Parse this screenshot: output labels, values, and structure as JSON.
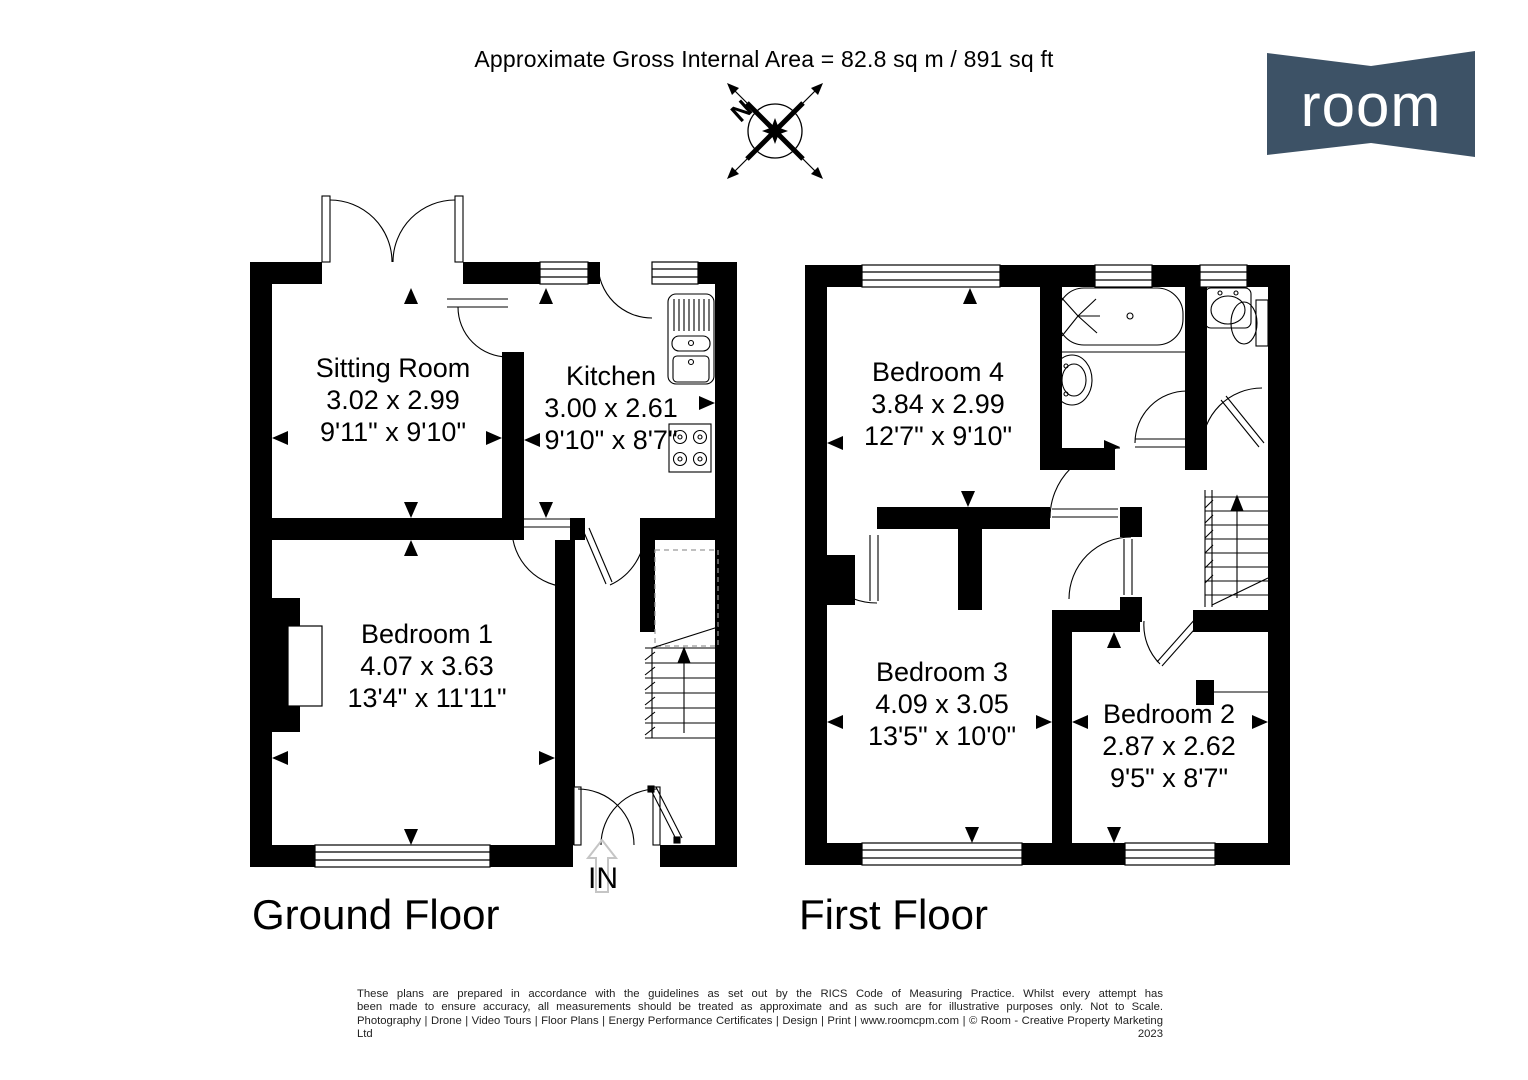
{
  "header": {
    "title": "Approximate Gross Internal Area = 82.8 sq m / 891 sq ft"
  },
  "logo": {
    "text": "room",
    "color": "#3d5266"
  },
  "compass": {
    "north_label": "N"
  },
  "floors": {
    "ground": {
      "label": "Ground Floor",
      "entrance_label": "IN",
      "rooms": {
        "sitting_room": {
          "name": "Sitting Room",
          "metric": "3.02 x 2.99",
          "imperial": "9'11\" x 9'10\""
        },
        "kitchen": {
          "name": "Kitchen",
          "metric": "3.00 x 2.61",
          "imperial": "9'10\" x 8'7\""
        },
        "bedroom1": {
          "name": "Bedroom 1",
          "metric": "4.07 x 3.63",
          "imperial": "13'4\" x 11'11\""
        }
      }
    },
    "first": {
      "label": "First Floor",
      "rooms": {
        "bedroom4": {
          "name": "Bedroom 4",
          "metric": "3.84 x 2.99",
          "imperial": "12'7\" x 9'10\""
        },
        "bedroom3": {
          "name": "Bedroom 3",
          "metric": "4.09 x 3.05",
          "imperial": "13'5\" x 10'0\""
        },
        "bedroom2": {
          "name": "Bedroom 2",
          "metric": "2.87 x 2.62",
          "imperial": "9'5\" x 8'7\""
        }
      }
    }
  },
  "footer": {
    "lines": [
      "These plans are prepared in accordance with the guidelines as set out by the RICS Code of Measuring Practice. Whilst every attempt has",
      "been made to ensure accuracy, all measurements should be treated as approximate and as such are for illustrative purposes only. Not to Scale.",
      "Photography | Drone | Video Tours | Floor Plans | Energy Performance Certificates | Design | Print | www.roomcpm.com | © Room - Creative Property Marketing Ltd 2023"
    ]
  }
}
